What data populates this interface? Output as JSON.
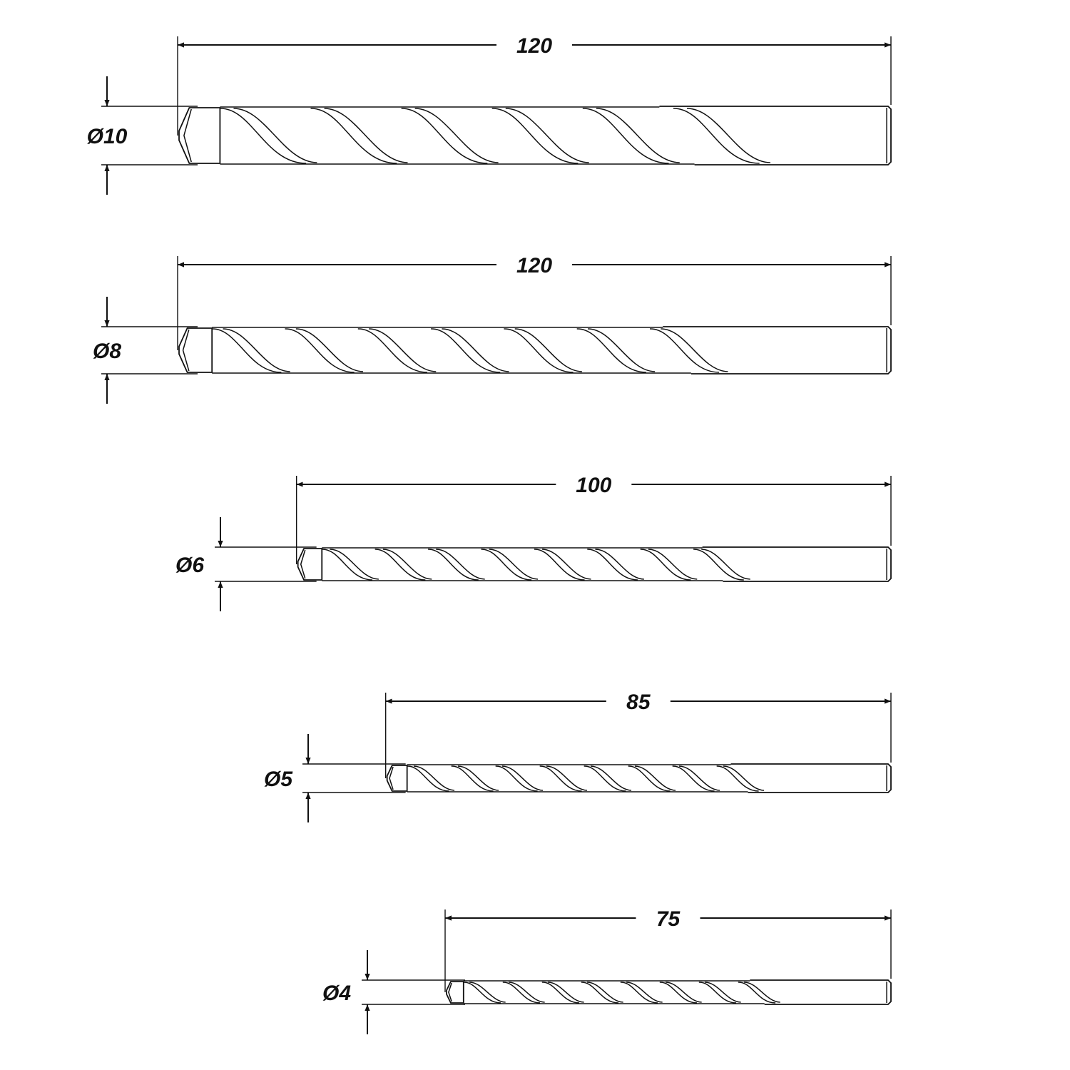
{
  "colors": {
    "ink": "#111111",
    "background": "#ffffff"
  },
  "drill_bits": [
    {
      "length_label": "120",
      "diameter_label": "Ø10",
      "length_mm": 120,
      "diameter_mm": 10
    },
    {
      "length_label": "120",
      "diameter_label": "Ø8",
      "length_mm": 120,
      "diameter_mm": 8
    },
    {
      "length_label": "100",
      "diameter_label": "Ø6",
      "length_mm": 100,
      "diameter_mm": 6
    },
    {
      "length_label": "85",
      "diameter_label": "Ø5",
      "length_mm": 85,
      "diameter_mm": 5
    },
    {
      "length_label": "75",
      "diameter_label": "Ø4",
      "length_mm": 75,
      "diameter_mm": 4
    }
  ]
}
